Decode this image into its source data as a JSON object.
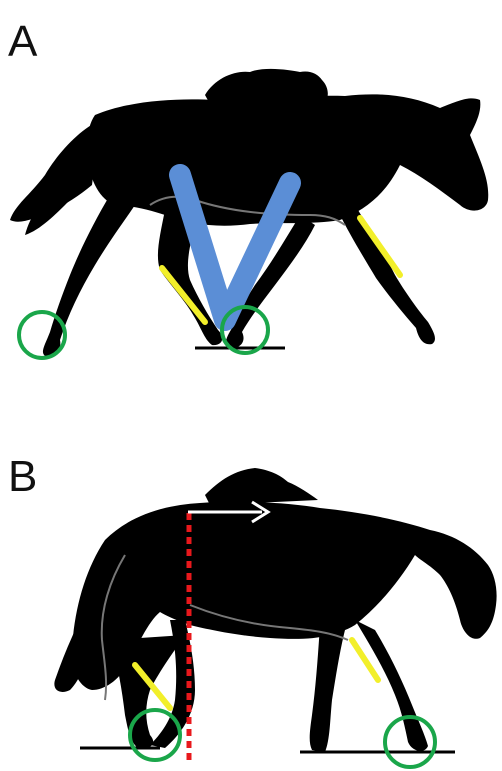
{
  "panels": [
    {
      "label": "A"
    },
    {
      "label": "B"
    }
  ],
  "colors": {
    "silhouette": "#000000",
    "outline": "#777777",
    "hoof_circle": "#1aa64a",
    "cannon_line": "#f2ef2a",
    "v_marker": "#5b8ed6",
    "vertical_line": "#e8181c",
    "arrow": "#ffffff"
  },
  "icons": [
    "horse-silhouette",
    "hoof-circle",
    "arrow-right-icon",
    "v-marker",
    "dotted-vertical-line"
  ]
}
